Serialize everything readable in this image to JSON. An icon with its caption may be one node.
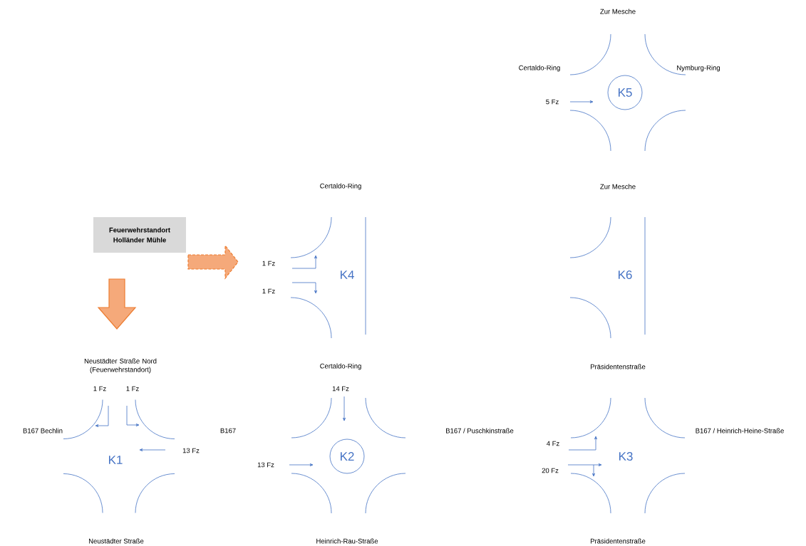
{
  "diagram": {
    "nodes": [
      {
        "text": [
          "Feuerwehrstandort Holländer Mühle"
        ]
      },
      {
        "text": [
          "K5"
        ]
      },
      {
        "text": [
          "K2"
        ]
      }
    ],
    "labels": [
      "Zur Mesche",
      "Certaldo-Ring",
      "Nymburg-Ring",
      "5 Fz",
      "Certaldo-Ring",
      "Zur Mesche",
      "1 Fz",
      "K4",
      "1 Fz",
      "K6",
      "Neustädter Straße Nord (Feuerwehrstandort)",
      "Certaldo-Ring",
      "Präsidentenstraße",
      "1 Fz",
      "1 Fz",
      "14 Fz",
      "B167 Bechlin",
      "B167",
      "B167 / Puschkinstraße",
      "B167 / Heinrich-Heine-Straße",
      "13 Fz",
      "4 Fz",
      "K1",
      "K3",
      "13 Fz",
      "20 Fz",
      "Neustädter Straße",
      "Heinrich-Rau-Straße",
      "Präsidentenstraße"
    ]
  }
}
